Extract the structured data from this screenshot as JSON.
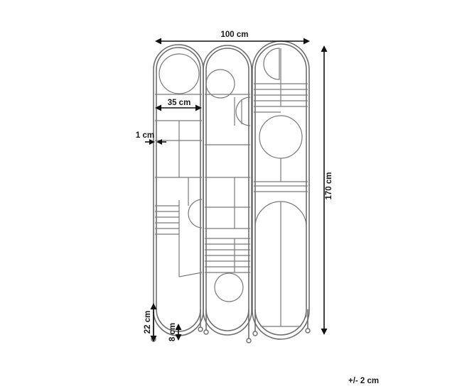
{
  "dimensions": {
    "total_width": "100 cm",
    "panel_width": "35 cm",
    "frame_thickness": "1 cm",
    "height": "170 cm",
    "foot_height_outer": "22 cm",
    "foot_height_inner": "8 cm",
    "tolerance": "+/- 2 cm"
  },
  "colors": {
    "frame": "#6e6e6e",
    "dimension": "#111111",
    "background": "#ffffff"
  }
}
